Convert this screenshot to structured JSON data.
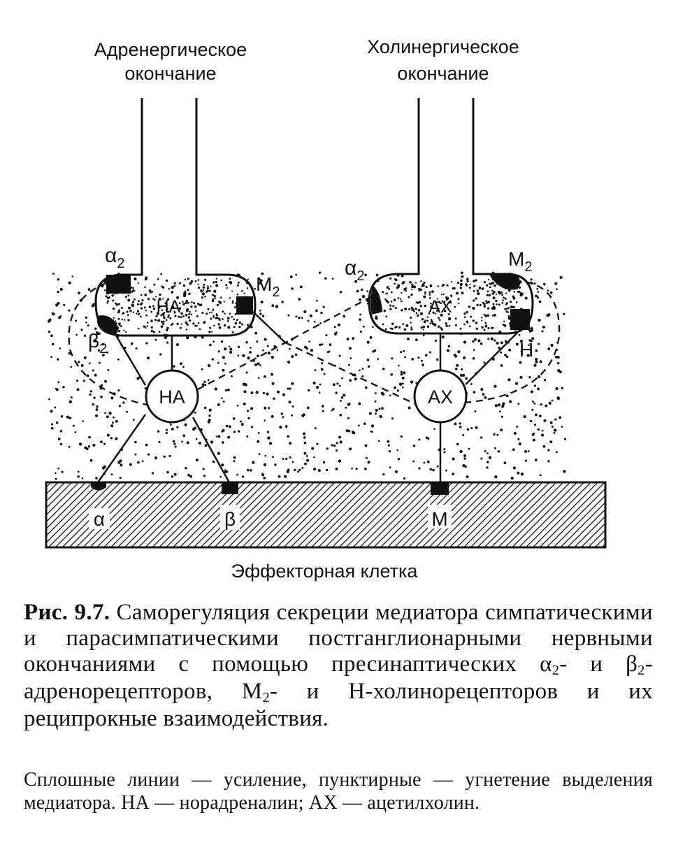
{
  "labels": {
    "adrenergic_ending": [
      "Адренергическое",
      "окончание"
    ],
    "cholinergic_ending": [
      "Холинергическое",
      "окончание"
    ],
    "left_vesicle": "НА",
    "right_vesicle": "АХ",
    "left_mediator": "НА",
    "right_mediator": "АХ",
    "effector_cell": "Эффекторная клетка"
  },
  "receptors": {
    "alpha": "α",
    "beta": "β",
    "sub2": "2",
    "m_letter": "M",
    "h_letter": "H",
    "effector_alpha": "α",
    "effector_beta": "β",
    "effector_m": "M"
  },
  "caption": {
    "prefix": "Рис. 9.7.",
    "part1": "Саморегуляция секреции медиатора симпатическими и парасимпатическими постганглионарными нервными окончаниями с помощью пресинаптических α",
    "sub1": "2",
    "part2": "- и β",
    "sub2": "2",
    "part3": "-адренорецепторов, М",
    "sub3": "2",
    "part4": "- и Н-холинорецепторов и их реципрокные взаимодействия.",
    "note": "Сплошные линии — усиление, пунктирные — угнетение выделения медиатора. НА — норадреналин; АХ — ацетилхолин."
  }
}
